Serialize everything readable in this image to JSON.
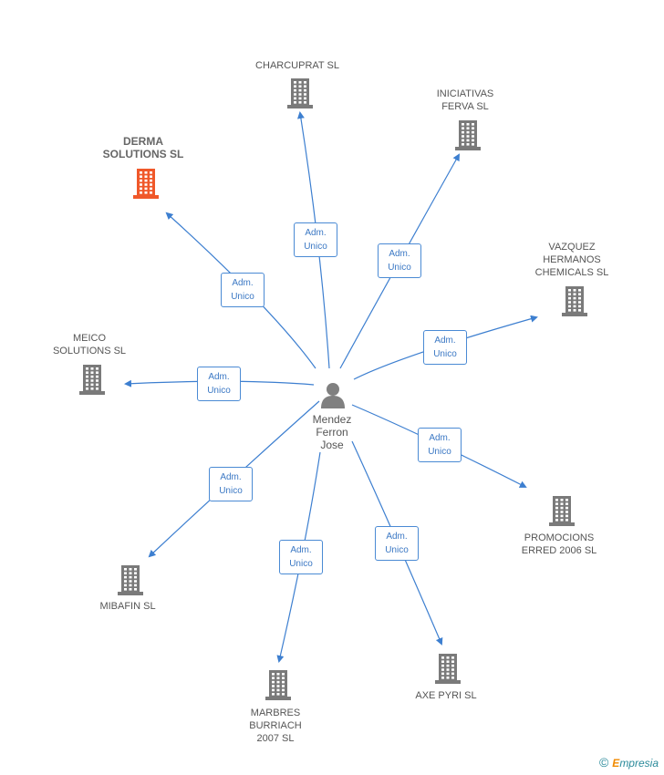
{
  "person": {
    "name": "Mendez\nFerron\nJose"
  },
  "relationship_label": "Adm.\nUnico",
  "companies": [
    {
      "id": "charcuprat",
      "name": "CHARCUPRAT SL",
      "highlight": false
    },
    {
      "id": "iniciativas",
      "name": "INICIATIVAS\nFERVA SL",
      "highlight": false
    },
    {
      "id": "derma",
      "name": "DERMA\nSOLUTIONS SL",
      "highlight": true
    },
    {
      "id": "vazquez",
      "name": "VAZQUEZ\nHERMANOS\nCHEMICALS SL",
      "highlight": false
    },
    {
      "id": "meico",
      "name": "MEICO\nSOLUTIONS SL",
      "highlight": false
    },
    {
      "id": "promocions",
      "name": "PROMOCIONS\nERRED 2006 SL",
      "highlight": false
    },
    {
      "id": "mibafin",
      "name": "MIBAFIN SL",
      "highlight": false
    },
    {
      "id": "axe",
      "name": "AXE PYRI SL",
      "highlight": false
    },
    {
      "id": "marbres",
      "name": "MARBRES\nBURRIACH\n2007 SL",
      "highlight": false
    }
  ],
  "colors": {
    "edge": "#3d7fd0",
    "building": "#7a7a7a",
    "building_highlight": "#f0582a",
    "person": "#808080"
  },
  "icons": {
    "company": "building-icon",
    "person": "person-icon"
  },
  "watermark": {
    "symbol": "©",
    "brand_initial": "E",
    "brand_rest": "mpresia"
  }
}
